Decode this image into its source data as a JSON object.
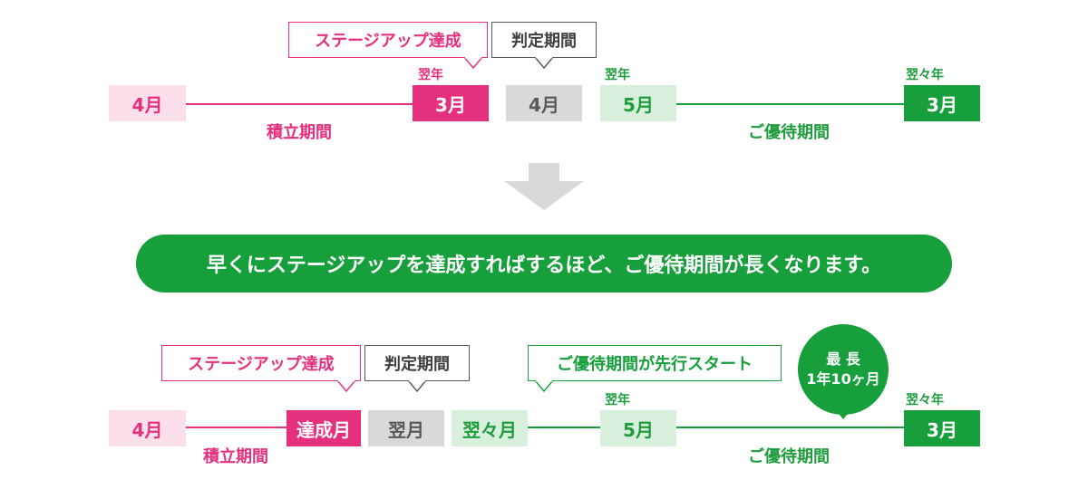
{
  "colors": {
    "pink": "#e5307e",
    "pink_light": "#fbe0ec",
    "green": "#169f3a",
    "green_light": "#d9efdd",
    "gray": "#d9d9d9"
  },
  "top_timeline": {
    "start_month": "4月",
    "accumulation_label": "積立期間",
    "next_year_label_1": "翌年",
    "achieve_month": "3月",
    "judge_month": "4月",
    "next_year_label_2": "翌年",
    "benefit_start_month": "5月",
    "benefit_label": "ご優待期間",
    "year_after_label": "翌々年",
    "benefit_end_month": "3月",
    "callout_achieve": "ステージアップ達成",
    "callout_judge": "判定期間"
  },
  "down_arrow": "arrow-down-icon",
  "banner_text": "早くにステージアップを達成すればするほど、ご優待期間が長くなります。",
  "bottom_timeline": {
    "start_month": "4月",
    "accumulation_label": "積立期間",
    "achieve_month": "達成月",
    "judge_month": "翌月",
    "benefit_start_month": "翌々月",
    "next_year_label": "翌年",
    "may_month": "5月",
    "benefit_label": "ご優待期間",
    "year_after_label": "翌々年",
    "benefit_end_month": "3月",
    "callout_achieve": "ステージアップ達成",
    "callout_judge": "判定期間",
    "callout_early": "ご優待期間が先行スタート",
    "max_label_line1": "最 長",
    "max_label_line2": "1年10ヶ月"
  }
}
